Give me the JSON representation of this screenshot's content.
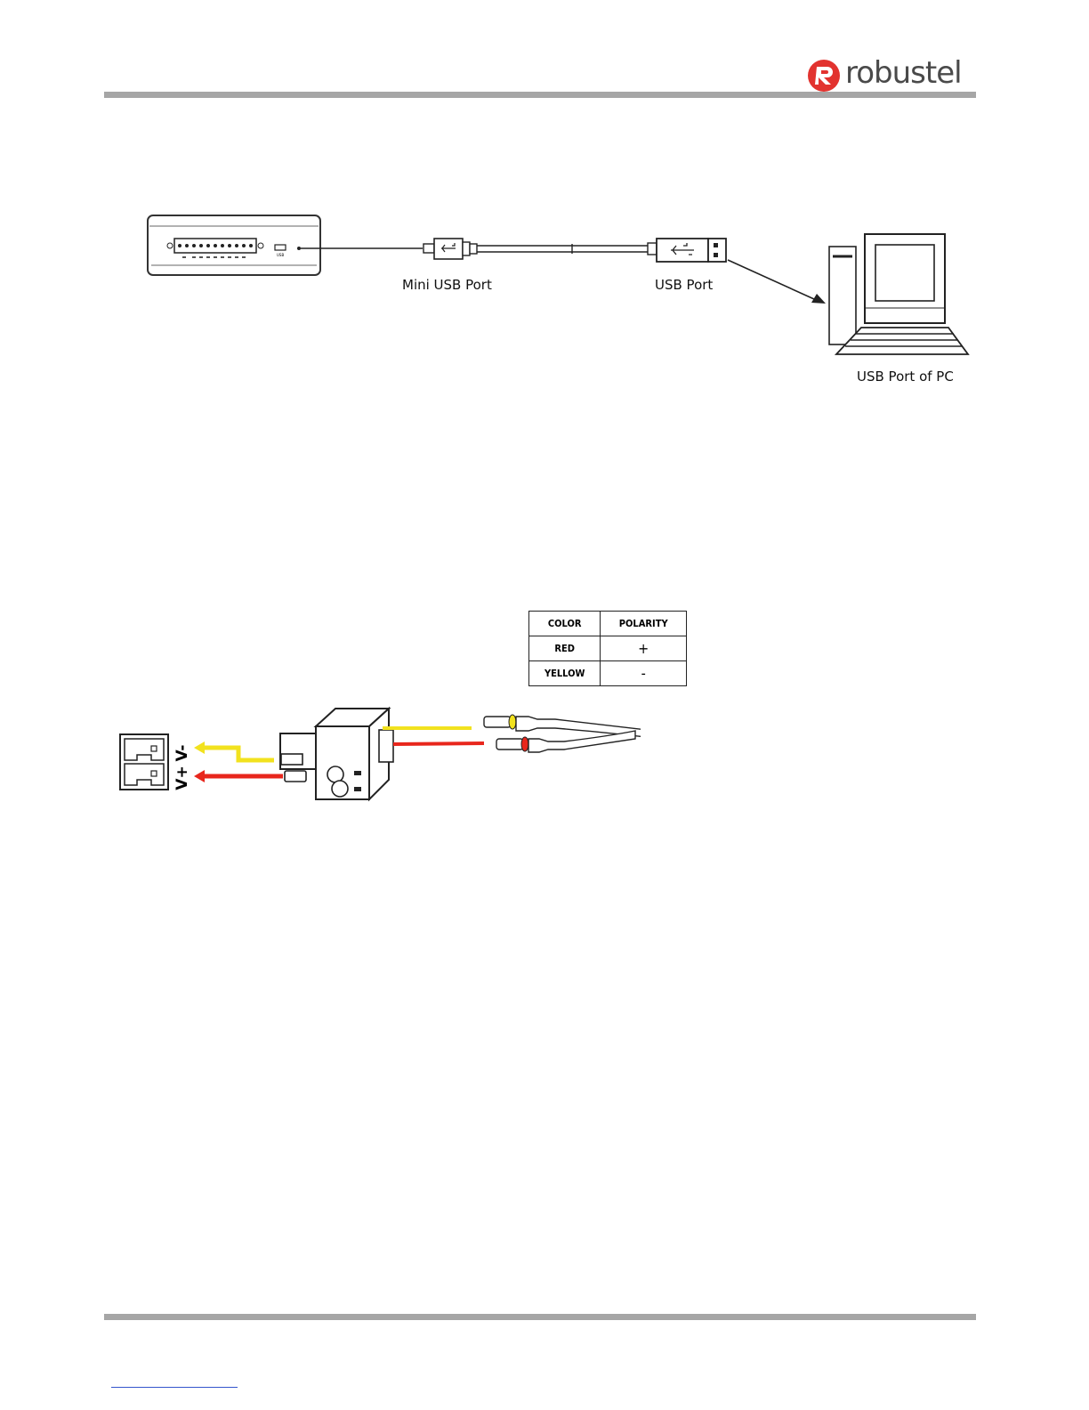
{
  "header": {
    "brand": "robustel",
    "brand_color": "#e2332f"
  },
  "usb_diagram": {
    "mini_usb_label": "Mini USB Port",
    "usb_label": "USB Port",
    "pc_label": "USB Port of PC",
    "device_port_label": "USB"
  },
  "polarity_table": {
    "headers": [
      "COLOR",
      "POLARITY"
    ],
    "rows": [
      {
        "color": "RED",
        "polarity": "+"
      },
      {
        "color": "YELLOW",
        "polarity": "-"
      }
    ]
  },
  "connector_diagram": {
    "v_minus": "V-",
    "v_plus": "V+",
    "wire_colors": {
      "positive": "#e8261c",
      "negative": "#f2e21e"
    }
  }
}
